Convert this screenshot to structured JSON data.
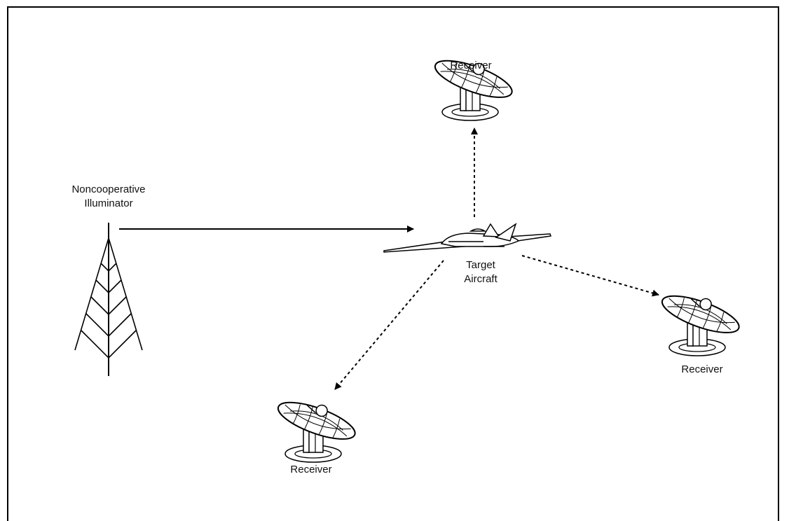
{
  "labels": {
    "illuminator_line1": "Noncooperative",
    "illuminator_line2": "Illuminator",
    "target_line1": "Target",
    "target_line2": "Aircraft",
    "receiver_top": "Receiver",
    "receiver_right": "Receiver",
    "receiver_bottom": "Receiver"
  },
  "icons": {
    "illuminator": "tower-icon",
    "target": "aircraft-icon",
    "receivers": "satellite-dish-icon"
  },
  "colors": {
    "ink": "#000000",
    "background": "#ffffff"
  }
}
